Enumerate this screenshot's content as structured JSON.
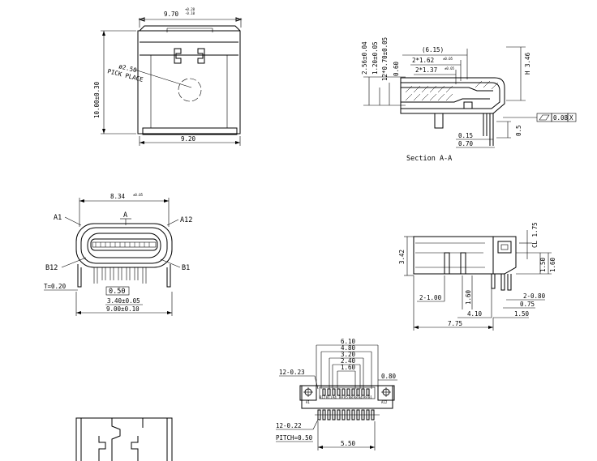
{
  "top_view": {
    "width_dim": "9.70",
    "width_tol_upper": "+0.20",
    "width_tol_lower": "-0.10",
    "height_dim": "10.00±0.30",
    "pick_diameter": "ø2.50",
    "pick_place": "PICK PLACE",
    "base_width": "9.20"
  },
  "section_view": {
    "dim_2_56": "2.56±0.04",
    "dim_1_20": "1.20±0.05",
    "dim_12x": "12*0.70±0.05",
    "dim_0_60": "0.60",
    "dim_6_15": "(6.15)",
    "dim_2x162": "2*1.62",
    "dim_2x162_tol": "±0.05",
    "dim_2x137": "2*1.37",
    "dim_2x137_tol": "±0.05",
    "dim_h346": "H 3.46",
    "dim_0_15": "0.15",
    "dim_0_70": "0.70",
    "dim_0_5": "0.5",
    "flatness": "0.08",
    "datum": "X",
    "title": "Section  A-A"
  },
  "front_view": {
    "dim_8_34": "8.34",
    "dim_8_34_tol": "±0.05",
    "section_mark": "A",
    "a1": "A1",
    "a12": "A12",
    "b12": "B12",
    "b1": "B1",
    "t_label": "T=0.20",
    "dim_0_50": "0.50",
    "dim_3_40": "3.40±0.05",
    "dim_9_00": "9.00±0.10"
  },
  "side_view": {
    "dim_3_42": "3.42",
    "dim_cl": "CL 1.75",
    "dim_1_50": "1.50",
    "dim_1_60_right": "1.60",
    "dim_2_100": "2-1.00",
    "dim_1_60": "1.60",
    "dim_2_080": "2-0.80",
    "dim_0_75": "0.75",
    "dim_4_10": "4.10",
    "dim_1_50_bottom": "1.50",
    "dim_7_75": "7.75"
  },
  "footprint": {
    "dim_6_10": "6.10",
    "dim_4_80": "4.80",
    "dim_3_20": "3.20",
    "dim_2_40": "2.40",
    "dim_1_60": "1.60",
    "dim_12_023": "12-0.23",
    "dim_0_80": "0.80",
    "dim_12_022": "12-0.22",
    "pitch": "PITCH=0.50",
    "dim_5_50": "5.50",
    "pad_labels": [
      "A1",
      "B12",
      "B11",
      "A4",
      "B9",
      "A5",
      "B8",
      "A8",
      "B4",
      "A9",
      "B1",
      "A12"
    ]
  }
}
